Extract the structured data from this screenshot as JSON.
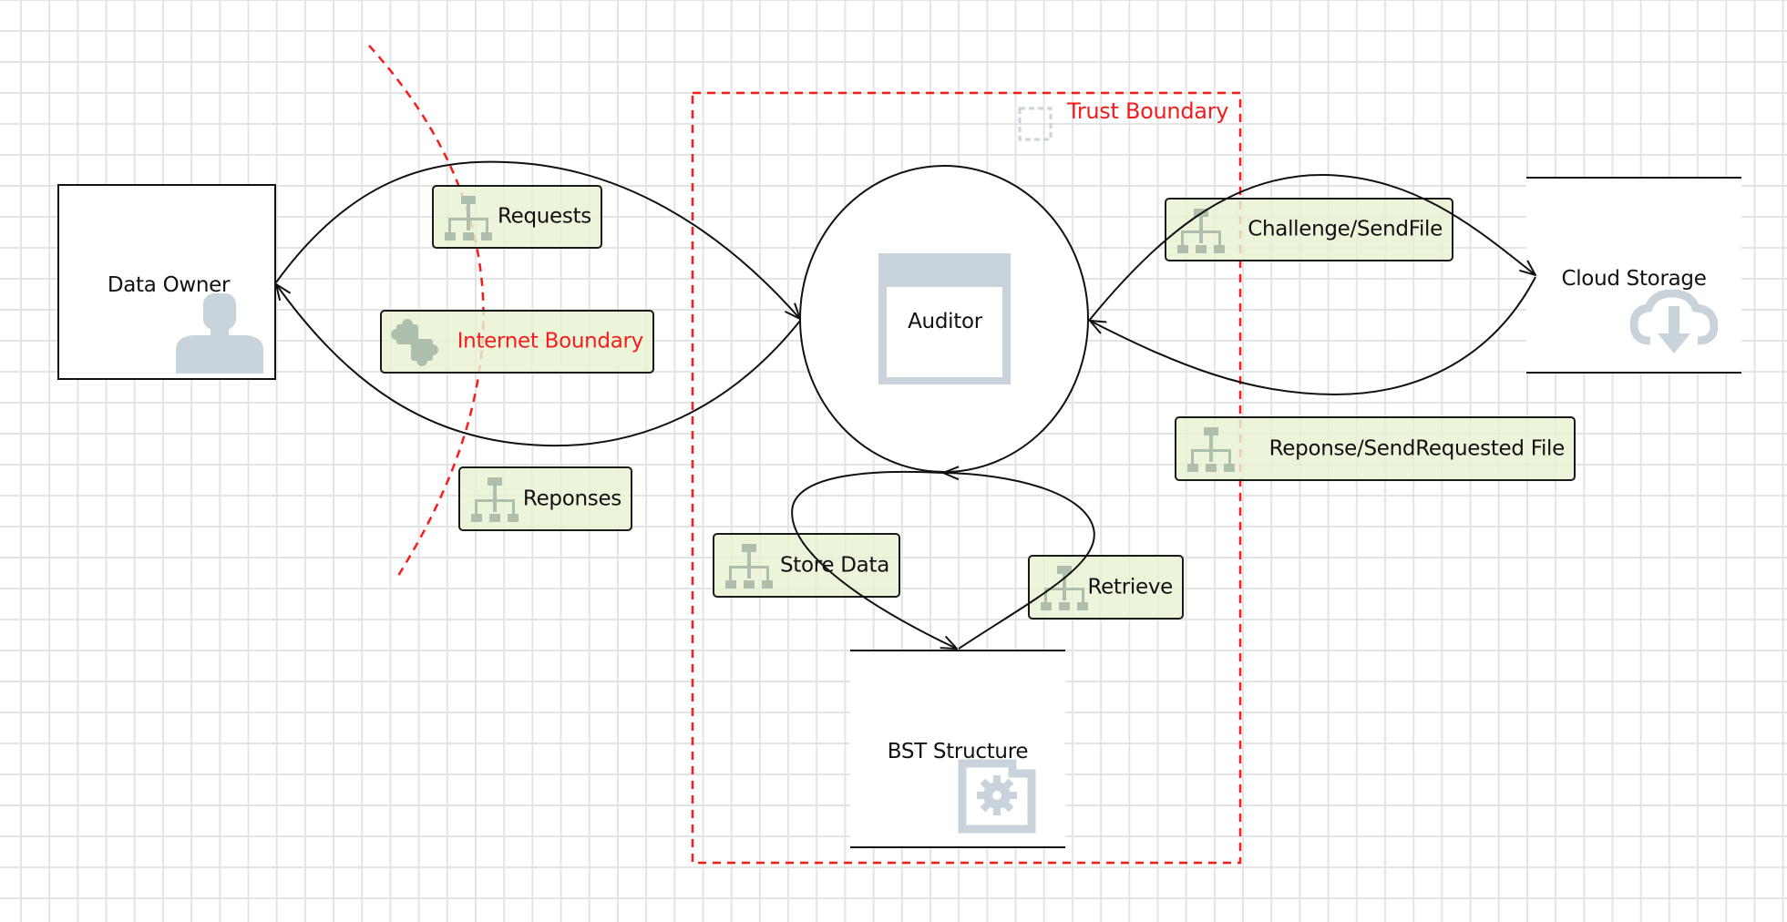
{
  "diagram": {
    "type": "data-flow-threat-model",
    "colors": {
      "boundary": "#f51c1c",
      "flow_label_fill": "#e8f3d2",
      "line": "#111111",
      "icon_gray": "#c9d3db",
      "icon_green": "#aebfae",
      "grid": "#e4e4e4"
    },
    "entities": {
      "data_owner": {
        "label": "Data Owner",
        "kind": "external-interactor",
        "icon": "user-icon"
      },
      "auditor": {
        "label": "Auditor",
        "kind": "process",
        "icon": "window-icon"
      },
      "cloud_storage": {
        "label": "Cloud Storage",
        "kind": "data-store",
        "icon": "cloud-download-icon"
      },
      "bst_structure": {
        "label": "BST Structure",
        "kind": "data-store",
        "icon": "config-file-icon"
      }
    },
    "boundaries": {
      "trust": {
        "label": "Trust Boundary",
        "icon": "dashed-square-icon"
      },
      "internet": {
        "label": "Internet Boundary",
        "icon": "puzzle-icon"
      }
    },
    "flows": [
      {
        "label": "Requests",
        "from": "Data Owner",
        "to": "Auditor",
        "icon": "hierarchy-icon"
      },
      {
        "label": "Reponses",
        "from": "Auditor",
        "to": "Data Owner",
        "icon": "hierarchy-icon"
      },
      {
        "label": "Challenge/SendFile",
        "from": "Auditor",
        "to": "Cloud Storage",
        "icon": "hierarchy-icon"
      },
      {
        "label": "Reponse/SendRequested File",
        "from": "Cloud Storage",
        "to": "Auditor",
        "icon": "hierarchy-icon"
      },
      {
        "label": "Store Data",
        "from": "Auditor",
        "to": "BST Structure",
        "icon": "hierarchy-icon"
      },
      {
        "label": "Retrieve",
        "from": "BST Structure",
        "to": "Auditor",
        "icon": "hierarchy-icon"
      }
    ]
  }
}
